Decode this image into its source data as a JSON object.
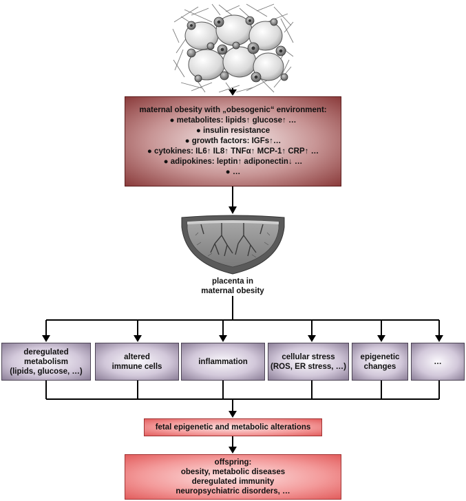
{
  "maternal": {
    "title": "maternal obesity with „obesogenic“ environment:",
    "items": [
      "● metabolites: lipids↑ glucose↑ …",
      "● insulin resistance",
      "● growth factors: IGFs↑…",
      "● cytokines: IL6↑ IL8↑ TNFα↑ MCP-1↑ CRP↑ …",
      "● adipokines: leptin↑ adiponectin↓ …",
      "● …"
    ]
  },
  "placenta": {
    "label_line1": "placenta in",
    "label_line2": "maternal obesity"
  },
  "effects": [
    {
      "line1": "deregulated",
      "line2": "metabolism",
      "line3": "(lipids, glucose, …)"
    },
    {
      "line1": "altered",
      "line2": "immune cells",
      "line3": ""
    },
    {
      "line1": "inflammation",
      "line2": "",
      "line3": ""
    },
    {
      "line1": "cellular stress",
      "line2": "(ROS, ER stress, …)",
      "line3": ""
    },
    {
      "line1": "epigenetic",
      "line2": "changes",
      "line3": ""
    },
    {
      "line1": "…",
      "line2": "",
      "line3": ""
    }
  ],
  "fetal": {
    "label": "fetal epigenetic and metabolic alterations"
  },
  "offspring": {
    "title": "offspring:",
    "items": [
      "obesity, metabolic diseases",
      "deregulated immunity",
      "neuropsychiatric disorders, …"
    ]
  }
}
